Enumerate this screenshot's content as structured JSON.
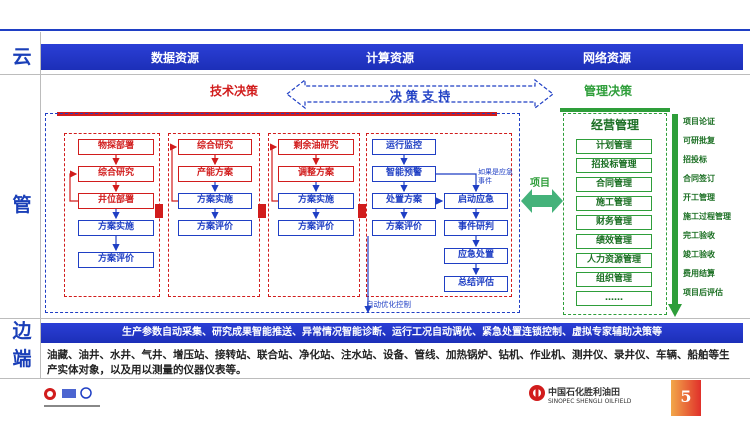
{
  "layers": {
    "cloud": "云",
    "pipe": "管",
    "edge_1": "边",
    "edge_2": "端"
  },
  "top_bar": {
    "data": "数据资源",
    "compute": "计算资源",
    "network": "网络资源"
  },
  "tech_decision": "技术决策",
  "decision_support": "决 策 支 持",
  "mgmt_decision": "管理决策",
  "col1": [
    "物探部署",
    "综合研究",
    "井位部署",
    "方案实施",
    "方案评价"
  ],
  "col2": [
    "综合研究",
    "产能方案",
    "方案实施",
    "方案评价"
  ],
  "col3": [
    "剩余油研究",
    "调整方案",
    "方案实施",
    "方案评价"
  ],
  "col4": [
    "运行监控",
    "智能预警",
    "处置方案",
    "方案评价"
  ],
  "col5": [
    "启动应急",
    "事件研判",
    "应急处置",
    "总结评估"
  ],
  "emergency_note": "如果是应急事件",
  "auto_opt": "自动优化控制",
  "project": "项目",
  "mgmt": {
    "title": "经营管理",
    "items": [
      "计划管理",
      "招投标管理",
      "合同管理",
      "施工管理",
      "财务管理",
      "绩效管理",
      "人力资源管理",
      "组织管理",
      "……"
    ]
  },
  "project_flow": [
    "项目论证",
    "可研批复",
    "招投标",
    "合同签订",
    "开工管理",
    "施工过程管理",
    "完工验收",
    "竣工验收",
    "费用结算",
    "项目后评估"
  ],
  "bottom_bar": "生产参数自动采集、研究成果智能推送、异常情况智能诊断、运行工况自动调优、紧急处置连锁控制、虚拟专家辅助决策等",
  "edge_text": "油藏、油井、水井、气井、增压站、接转站、联合站、净化站、注水站、设备、管线、加热锅炉、钻机、作业机、测井仪、录井仪、车辆、船舶等生产实体对象，以及用以测量的仪器仪表等。",
  "footer": {
    "company_cn": "中国石化胜利油田",
    "company_en": "SINOPEC SHENGLI OILFIELD",
    "page": "5"
  },
  "colors": {
    "blue": "#1f3fc4",
    "red": "#d11c1c",
    "green": "#2e9e3a",
    "page_red": "#e0302a"
  }
}
